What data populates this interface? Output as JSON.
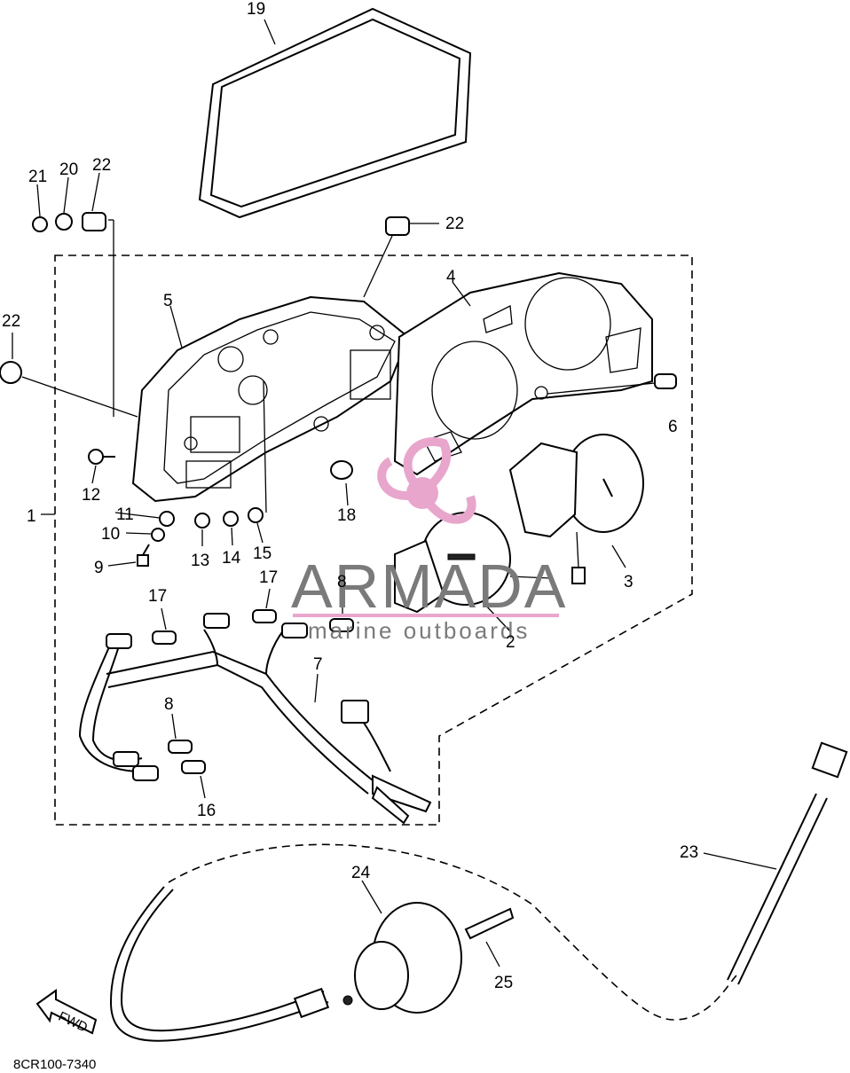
{
  "callouts": {
    "c1": "1",
    "c2": "2",
    "c3": "3",
    "c4": "4",
    "c5": "5",
    "c6": "6",
    "c7": "7",
    "c8a": "8",
    "c8b": "8",
    "c9": "9",
    "c10": "10",
    "c11": "11",
    "c12": "12",
    "c13": "13",
    "c14": "14",
    "c15": "15",
    "c16": "16",
    "c17a": "17",
    "c17b": "17",
    "c18": "18",
    "c19": "19",
    "c20": "20",
    "c21": "21",
    "c22a": "22",
    "c22b": "22",
    "c22c": "22",
    "c23": "23",
    "c24": "24",
    "c25": "25"
  },
  "arrow_label": "FWD",
  "diagram_code": "8CR100-7340",
  "watermark": {
    "brand": "ARMADA",
    "tagline": "marine outboards",
    "accent_color": "#e8a6cc",
    "text_color": "#7a7a7a"
  }
}
